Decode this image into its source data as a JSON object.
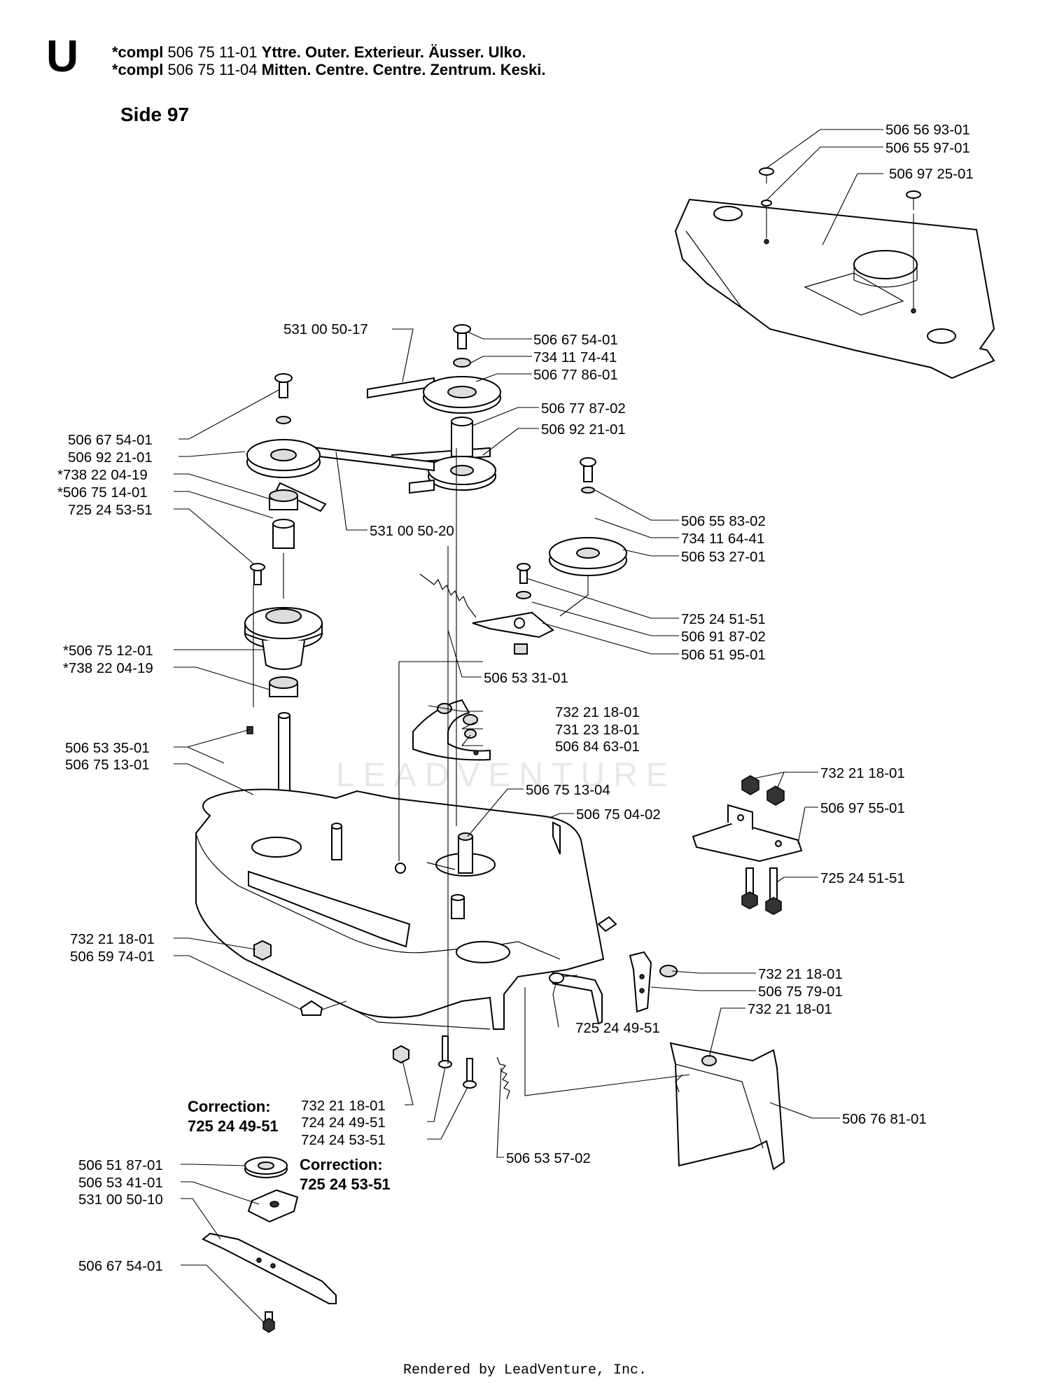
{
  "header": {
    "letter": "U",
    "lines": [
      {
        "prefix": "*compl",
        "part": "506 75 11-01",
        "desc": "Yttre. Outer. Exterieur. Äusser. Ulko."
      },
      {
        "prefix": "*compl",
        "part": "506 75 11-04",
        "desc": "Mitten. Centre. Centre. Zentrum. Keski."
      }
    ]
  },
  "page_ref": "Side 97",
  "notes": {
    "correction_1": {
      "title": "Correction:",
      "part": "725 24 49-51"
    },
    "correction_2": {
      "title": "Correction:",
      "part": "725 24 53-51"
    }
  },
  "watermark": "LEADVENTURE",
  "footer": "Rendered by LeadVenture, Inc.",
  "callouts": [
    {
      "id": "c1",
      "text": "506 56 93-01"
    },
    {
      "id": "c2",
      "text": "506 55 97-01"
    },
    {
      "id": "c3",
      "text": "506 97 25-01"
    },
    {
      "id": "c4",
      "text": "531 00 50-17"
    },
    {
      "id": "c5",
      "text": "506 67 54-01"
    },
    {
      "id": "c6",
      "text": "734 11 74-41"
    },
    {
      "id": "c7",
      "text": "506 77 86-01"
    },
    {
      "id": "c8",
      "text": "506 77 87-02"
    },
    {
      "id": "c9",
      "text": "506 92 21-01"
    },
    {
      "id": "c10",
      "text": "506 67 54-01"
    },
    {
      "id": "c11",
      "text": "506 92 21-01"
    },
    {
      "id": "c12",
      "text": "*738 22 04-19"
    },
    {
      "id": "c13",
      "text": "*506 75 14-01"
    },
    {
      "id": "c14",
      "text": "725 24 53-51"
    },
    {
      "id": "c15",
      "text": "531 00 50-20"
    },
    {
      "id": "c16",
      "text": "506 55 83-02"
    },
    {
      "id": "c17",
      "text": "734 11 64-41"
    },
    {
      "id": "c18",
      "text": "506 53 27-01"
    },
    {
      "id": "c19",
      "text": "725 24 51-51"
    },
    {
      "id": "c20",
      "text": "506 91 87-02"
    },
    {
      "id": "c21",
      "text": "506 51 95-01"
    },
    {
      "id": "c22",
      "text": "*506 75 12-01"
    },
    {
      "id": "c23",
      "text": "*738 22 04-19"
    },
    {
      "id": "c24",
      "text": "506 53 31-01"
    },
    {
      "id": "c25",
      "text": "732 21 18-01"
    },
    {
      "id": "c26",
      "text": "731 23 18-01"
    },
    {
      "id": "c27",
      "text": "506 84 63-01"
    },
    {
      "id": "c28",
      "text": "506 53 35-01"
    },
    {
      "id": "c29",
      "text": "506 75 13-01"
    },
    {
      "id": "c30",
      "text": "506 75 13-04"
    },
    {
      "id": "c31",
      "text": "732 21 18-01"
    },
    {
      "id": "c32",
      "text": "506 97 55-01"
    },
    {
      "id": "c33",
      "text": "506 75 04-02"
    },
    {
      "id": "c34",
      "text": "725 24 51-51"
    },
    {
      "id": "c35",
      "text": "732 21 18-01"
    },
    {
      "id": "c36",
      "text": "506 59 74-01"
    },
    {
      "id": "c37",
      "text": "732 21 18-01"
    },
    {
      "id": "c38",
      "text": "506 75 79-01"
    },
    {
      "id": "c39",
      "text": "732 21 18-01"
    },
    {
      "id": "c40",
      "text": "725 24 49-51"
    },
    {
      "id": "c41",
      "text": "732 21 18-01"
    },
    {
      "id": "c42",
      "text": "724 24 49-51"
    },
    {
      "id": "c43",
      "text": "724 24 53-51"
    },
    {
      "id": "c44",
      "text": "506 53 57-02"
    },
    {
      "id": "c45",
      "text": "506 76 81-01"
    },
    {
      "id": "c46",
      "text": "506 51 87-01"
    },
    {
      "id": "c47",
      "text": "506 53 41-01"
    },
    {
      "id": "c48",
      "text": "531 00 50-10"
    },
    {
      "id": "c49",
      "text": "506 67 54-01"
    }
  ]
}
